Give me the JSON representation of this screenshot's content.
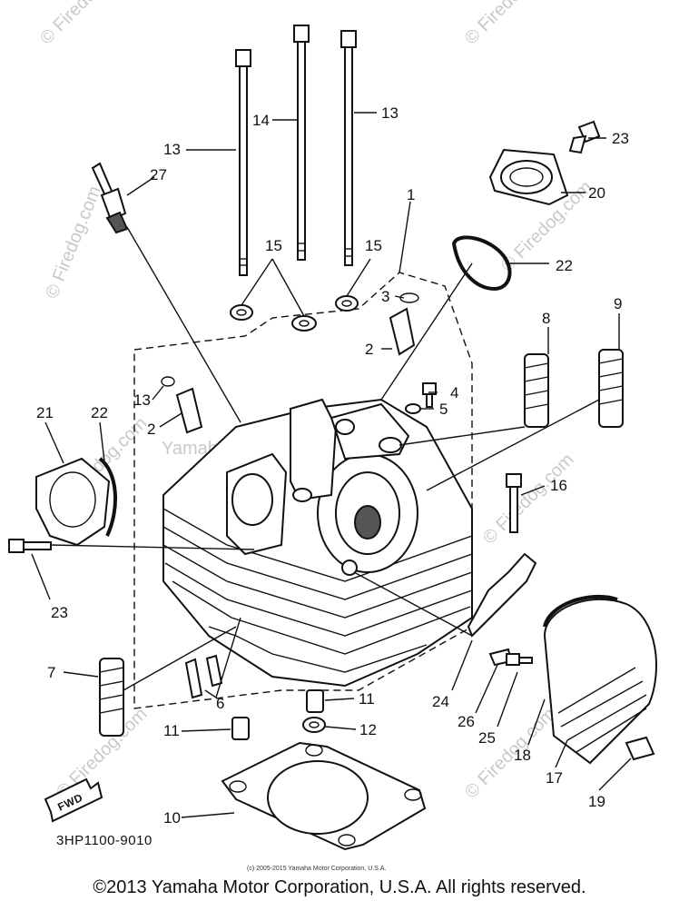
{
  "watermarks": {
    "brand": "© Firedog.com",
    "company": "Yamaha Motor Corp, U.S.A."
  },
  "callouts": [
    {
      "id": "1",
      "text": "1"
    },
    {
      "id": "2a",
      "text": "2"
    },
    {
      "id": "2b",
      "text": "2"
    },
    {
      "id": "3a",
      "text": "3"
    },
    {
      "id": "3b",
      "text": "13"
    },
    {
      "id": "4",
      "text": "4"
    },
    {
      "id": "5",
      "text": "5"
    },
    {
      "id": "6",
      "text": "6"
    },
    {
      "id": "7",
      "text": "7"
    },
    {
      "id": "8",
      "text": "8"
    },
    {
      "id": "9",
      "text": "9"
    },
    {
      "id": "10",
      "text": "10"
    },
    {
      "id": "11a",
      "text": "11"
    },
    {
      "id": "11b",
      "text": "11"
    },
    {
      "id": "12",
      "text": "12"
    },
    {
      "id": "13a",
      "text": "13"
    },
    {
      "id": "13b",
      "text": "13"
    },
    {
      "id": "14",
      "text": "14"
    },
    {
      "id": "15a",
      "text": "15"
    },
    {
      "id": "15b",
      "text": "15"
    },
    {
      "id": "16",
      "text": "16"
    },
    {
      "id": "17",
      "text": "17"
    },
    {
      "id": "18",
      "text": "18"
    },
    {
      "id": "19",
      "text": "19"
    },
    {
      "id": "20",
      "text": "20"
    },
    {
      "id": "21",
      "text": "21"
    },
    {
      "id": "22a",
      "text": "22"
    },
    {
      "id": "22b",
      "text": "22"
    },
    {
      "id": "23a",
      "text": "23"
    },
    {
      "id": "23b",
      "text": "23"
    },
    {
      "id": "24",
      "text": "24"
    },
    {
      "id": "25",
      "text": "25"
    },
    {
      "id": "26",
      "text": "26"
    },
    {
      "id": "27",
      "text": "27"
    }
  ],
  "fwd_label": "FWD",
  "diagram_code": "3HP1100-9010",
  "small_credit": "(c) 2005-2015 Yamaha Motor Corporation, U.S.A.",
  "copyright": "©2013 Yamaha Motor Corporation, U.S.A. All rights reserved."
}
